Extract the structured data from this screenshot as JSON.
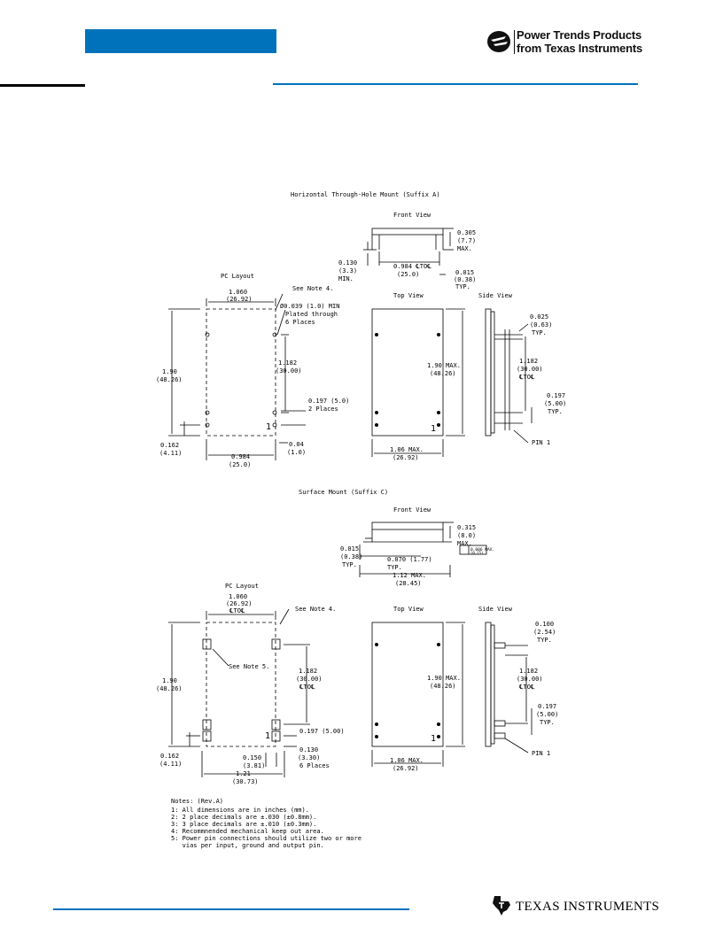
{
  "header": {
    "brand_line1": "Power Trends Products",
    "brand_line2": "from Texas Instruments",
    "accent_color": "#0072bc"
  },
  "footer": {
    "brand": "Texas Instruments",
    "brand_display": "TEXAS INSTRUMENTS"
  },
  "section_a": {
    "title": "Horizontal Through-Hole Mount (Suffix A)",
    "front_view": "Front View",
    "pc_layout": "PC Layout",
    "top_view": "Top View",
    "side_view": "Side View",
    "see_note4": "See Note 4.",
    "hole_note": [
      "Ø0.039 (1.0) MIN",
      "Plated through",
      "6 Places"
    ],
    "dims": {
      "front_height": [
        "0.305",
        "(7.7)",
        "MAX."
      ],
      "front_min": [
        "0.130",
        "(3.3)",
        "MIN."
      ],
      "front_cl": [
        "0.984 ℄TO℄",
        "(25.0)"
      ],
      "front_pin": [
        "0.015",
        "(0.38)",
        "TYP."
      ],
      "pc_width": [
        "1.060",
        "(26.92)"
      ],
      "pc_height": [
        "1.90",
        "(48.26)"
      ],
      "pc_pitch": [
        "1.182",
        "(30.00)"
      ],
      "pc_spacing": [
        "0.197 (5.0)",
        "2 Places"
      ],
      "pc_bottom": [
        "0.162",
        "(4.11)"
      ],
      "pc_pin_off": [
        "0.04",
        "(1.0)"
      ],
      "pc_base": [
        "0.984",
        "(25.0)"
      ],
      "top_height": [
        "1.90 MAX.",
        "(48.26)"
      ],
      "top_width": [
        "1.06 MAX.",
        "(26.92)"
      ],
      "side_pin": [
        "0.025",
        "(0.63)",
        "TYP."
      ],
      "side_pitch": [
        "1.182",
        "(30.00)",
        "℄TO℄"
      ],
      "side_spacing": [
        "0.197",
        "(5.00)",
        "TYP."
      ],
      "pin1": "PIN 1",
      "pin_marker": "1"
    }
  },
  "section_c": {
    "title": "Surface Mount (Suffix C)",
    "front_view": "Front View",
    "pc_layout": "PC Layout",
    "top_view": "Top View",
    "side_view": "Side View",
    "see_note4": "See Note 4.",
    "see_note5": "See Note 5.",
    "dims": {
      "front_height": [
        "0.315",
        "(8.0)",
        "MAX."
      ],
      "front_pin": [
        "0.015",
        "(0.38)",
        "TYP."
      ],
      "front_pad": [
        "0.070 (1.77)",
        "TYP."
      ],
      "front_width": [
        "1.12 MAX.",
        "(28.45)"
      ],
      "coplanarity": [
        "0.006 MAX.",
        "(0.15)"
      ],
      "pc_width": [
        "1.060",
        "(26.92)",
        "℄TO℄"
      ],
      "pc_height": [
        "1.90",
        "(48.26)"
      ],
      "pc_pitch": [
        "1.182",
        "(30.00)",
        "℄TO℄"
      ],
      "pc_spacing": "0.197 (5.00)",
      "pc_pad": [
        "0.130",
        "(3.30)",
        "6 Places"
      ],
      "pc_bottom": [
        "0.162",
        "(4.11)"
      ],
      "pc_pad_w": [
        "0.150",
        "(3.81)"
      ],
      "pc_total": [
        "1.21",
        "(30.73)"
      ],
      "top_height": [
        "1.90 MAX.",
        "(48.26)"
      ],
      "top_width": [
        "1.06 MAX.",
        "(26.92)"
      ],
      "side_pin": [
        "0.100",
        "(2.54)",
        "TYP."
      ],
      "side_pitch": [
        "1.182",
        "(30.00)",
        "℄TO℄"
      ],
      "side_spacing": [
        "0.197",
        "(5.00)",
        "TYP."
      ],
      "pin1": "PIN 1",
      "pin_marker": "1"
    }
  },
  "notes": {
    "title": "Notes: (Rev.A)",
    "items": [
      "1: All dimensions are in inches (mm).",
      "2: 2 place decimals are ±.030 (±0.8mm).",
      "3: 3 place decimals are ±.010 (±0.3mm).",
      "4: Recommnended mechanical keep out area.",
      "5: Power pin connections should utilize two or more",
      "   vias per input, ground and output pin."
    ]
  }
}
